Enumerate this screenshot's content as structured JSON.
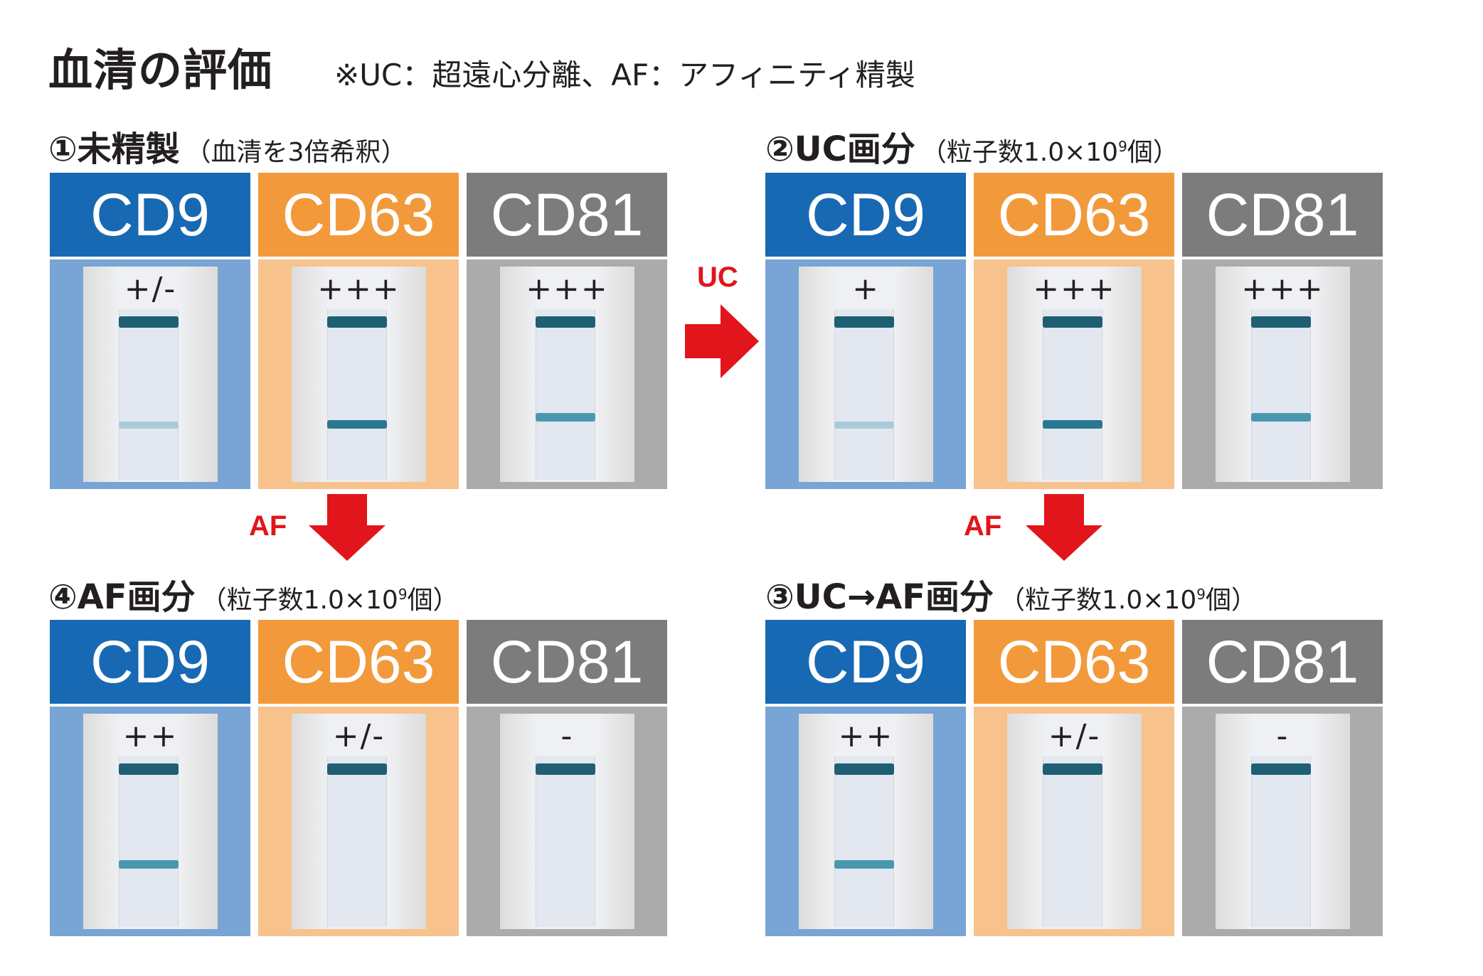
{
  "title": "血清の評価",
  "note": "※UC：超遠心分離、AF：アフィニティ精製",
  "arrows": {
    "uc": "UC",
    "af_left": "AF",
    "af_right": "AF"
  },
  "colors": {
    "cd9": "#1769b3",
    "cd63": "#f29a3b",
    "cd81": "#7c7c7d",
    "arrow": "#e1151b"
  },
  "panels": [
    {
      "id": "p1",
      "label": "①未精製",
      "sub": "（血清を3倍希釈）",
      "sup": "",
      "columns": [
        {
          "marker": "CD9",
          "score": "+/-",
          "test_band": "weak"
        },
        {
          "marker": "CD63",
          "score": "+++",
          "test_band": "strong"
        },
        {
          "marker": "CD81",
          "score": "+++",
          "test_band": "mid"
        }
      ]
    },
    {
      "id": "p2",
      "label": "②UC画分",
      "sub": "（粒子数1.0×10",
      "sup": "9",
      "sub2": "個）",
      "columns": [
        {
          "marker": "CD9",
          "score": "+",
          "test_band": "weak"
        },
        {
          "marker": "CD63",
          "score": "+++",
          "test_band": "strong"
        },
        {
          "marker": "CD81",
          "score": "+++",
          "test_band": "mid"
        }
      ]
    },
    {
      "id": "p4",
      "label": "④AF画分",
      "sub": "（粒子数1.0×10",
      "sup": "9",
      "sub2": "個）",
      "columns": [
        {
          "marker": "CD9",
          "score": "++",
          "test_band": "mid"
        },
        {
          "marker": "CD63",
          "score": "+/-",
          "test_band": "none"
        },
        {
          "marker": "CD81",
          "score": "-",
          "test_band": "none"
        }
      ]
    },
    {
      "id": "p3",
      "label": "③UC→AF画分",
      "sub": "（粒子数1.0×10",
      "sup": "9",
      "sub2": "個）",
      "columns": [
        {
          "marker": "CD9",
          "score": "++",
          "test_band": "mid"
        },
        {
          "marker": "CD63",
          "score": "+/-",
          "test_band": "none"
        },
        {
          "marker": "CD81",
          "score": "-",
          "test_band": "none"
        }
      ]
    }
  ]
}
